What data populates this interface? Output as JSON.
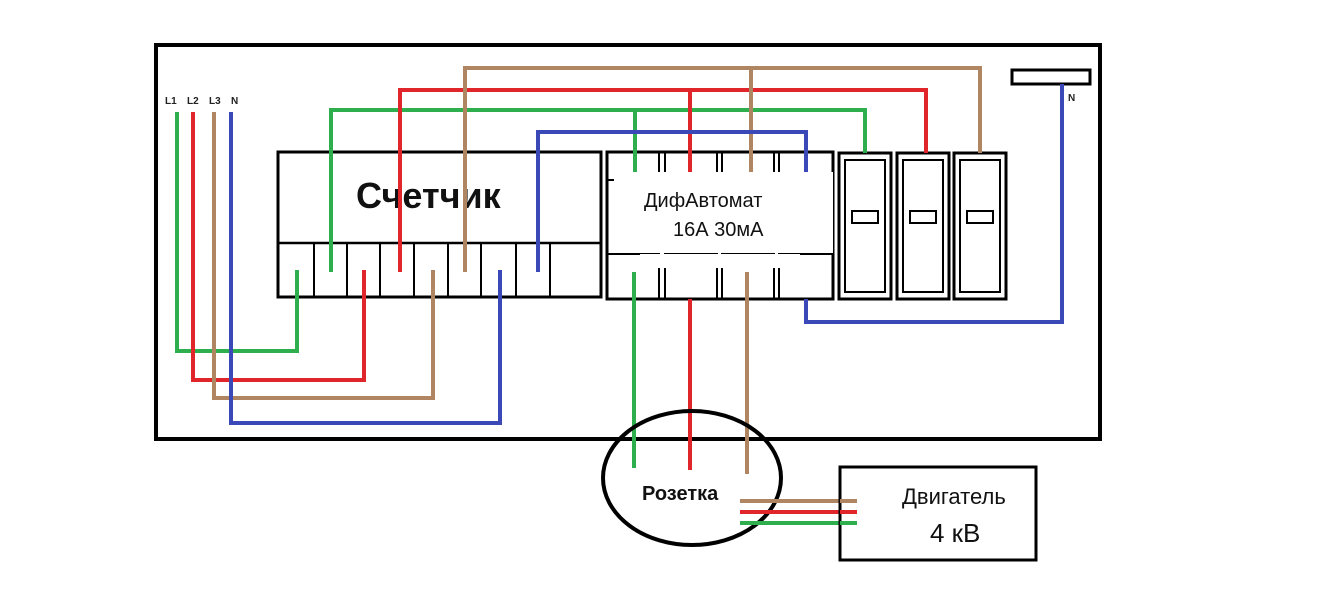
{
  "colors": {
    "green": "#2fae4e",
    "red": "#e0262b",
    "brown": "#b08562",
    "blue": "#3b48b8",
    "outline": "#000000"
  },
  "inputs": {
    "l1": "L1",
    "l2": "L2",
    "l3": "L3",
    "n": "N"
  },
  "neutral_bus_label": "N",
  "meter_label": "Счетчик",
  "rcd": {
    "line1": "ДифАвтомат",
    "line2": "16А 30мА"
  },
  "socket_label": "Розетка",
  "motor": {
    "line1": "Двигатель",
    "line2": "4 кВ"
  }
}
